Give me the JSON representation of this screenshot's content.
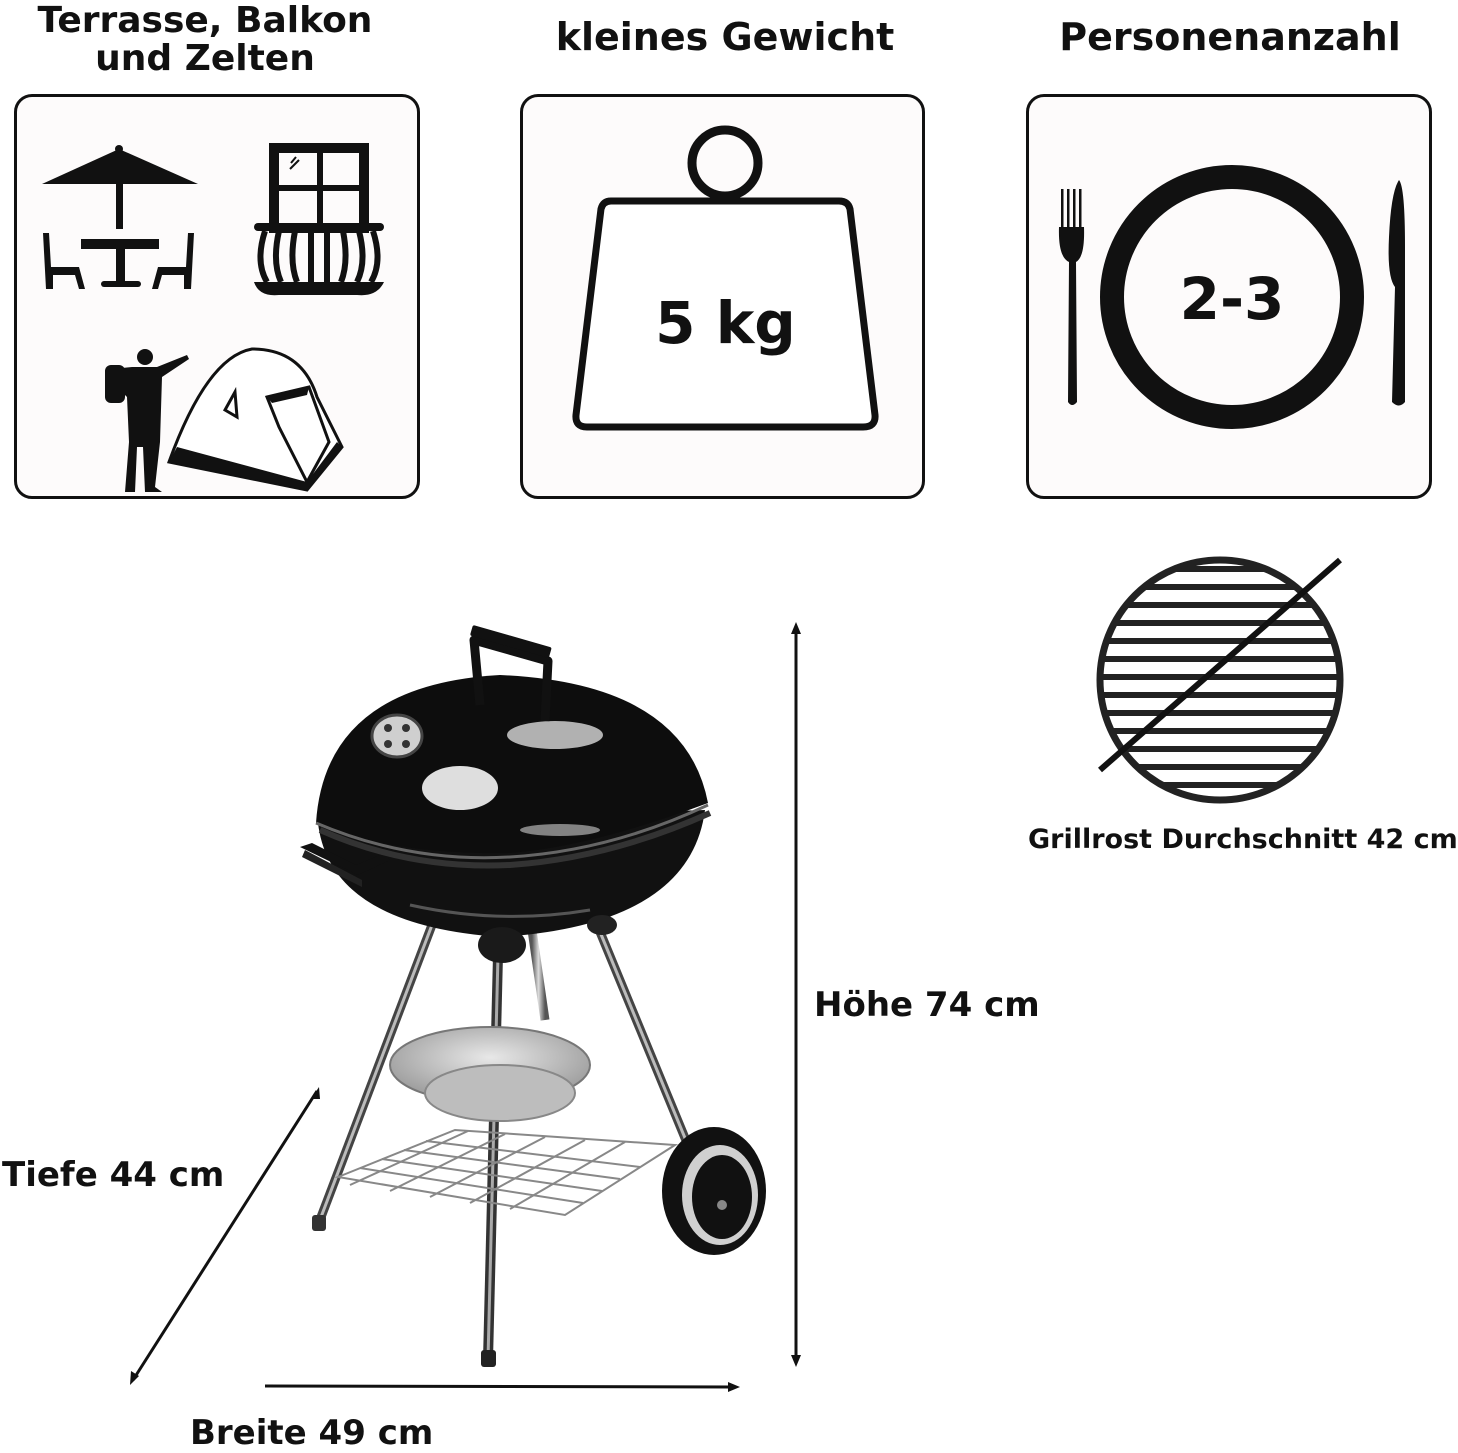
{
  "features": [
    {
      "title": "Terrasse, Balkon und Zelten",
      "title_line1": "Terrasse, Balkon",
      "title_line2": "und Zelten",
      "icons": [
        "patio-umbrella-table-icon",
        "balcony-window-icon",
        "hiker-tent-icon"
      ]
    },
    {
      "title": "kleines Gewicht",
      "value": "5 kg",
      "icons": [
        "weight-icon"
      ]
    },
    {
      "title": "Personenanzahl",
      "value": "2-3",
      "icons": [
        "plate-cutlery-icon"
      ]
    }
  ],
  "grate": {
    "caption": "Grillrost Durchschnitt 42 cm",
    "icon": "grill-grate-icon"
  },
  "dimensions": {
    "height": "Höhe 74 cm",
    "depth": "Tiefe 44 cm",
    "width": "Breite 49 cm"
  },
  "product": {
    "image": "kettle-grill-image"
  },
  "colors": {
    "ink": "#111111",
    "card_bg": "#fdfbfb",
    "steel": "#b8b8b8"
  }
}
